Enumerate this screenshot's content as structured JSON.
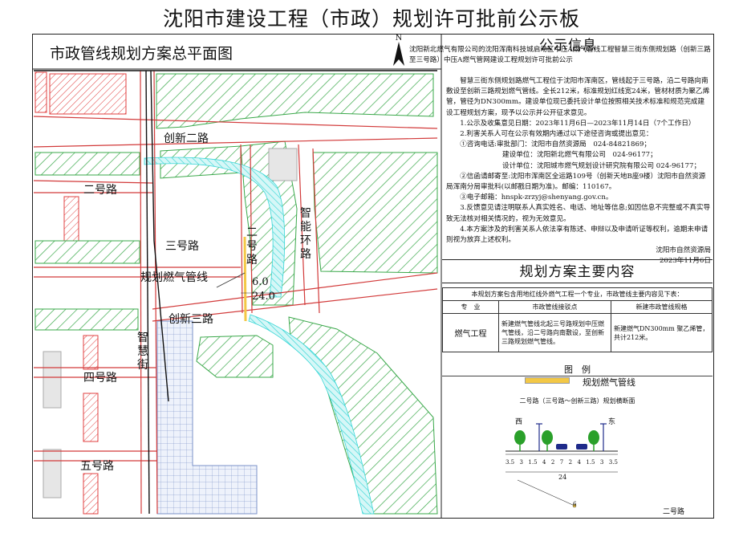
{
  "main_title": "沈阳市建设工程（市政）规划许可批前公示板",
  "map_title": "市政管线规划方案总平面图",
  "north_label": "N",
  "header_text": "沈阳新北燃气有限公司的沈阳浑南科技城启动区中压A燃气管线工程智慧三街东侧规划路（创新三路至三号路）中压A燃气管网建设工程规划许可批前公示",
  "notice": {
    "title": "公示信息",
    "intro": "智慧三街东侧规划路燃气工程位于沈阳市浑南区，管线起于三号路，沿二号路向南敷设至创新三路规划燃气管线。全长212米，标准规划红线宽24米，管材材质为聚乙烯管，管径为DN300mm。建设单位现已委托设计单位按照相关技术标准和规范完成建设工程规划方案，现予以公示并公开征求意见。",
    "item1": "1.公示及收集意见日期：2023年11月6日—2023年11月14日（7个工作日）",
    "item2": "2.利害关系人可在公示有效期内通过以下途径咨询或提出意见：",
    "contact1": "①咨询电话:审批部门：沈阳市自然资源局　024-84821869；",
    "contact2": "建设单位：沈阳新北燃气有限公司　024-96177；",
    "contact3": "设计单位：沈阳城市燃气规划设计研究院有限公司 024-96177；",
    "mail": "②信函请邮寄至:沈阳市浑南区全运路109号（创新天地B座9楼）沈阳市自然资源局浑南分局审批科(以邮戳日期为准)。邮编：110167。",
    "email": "③电子邮箱：hnspk-zrzyj@shenyang.gov.cn。",
    "item3": "3.反馈意见请注明联系人真实姓名、电话、地址等信息;如因信息不完整或不真实导致无法核对相关情况的，视为无效意见。",
    "item4": "4.本方案涉及的利害关系人依法享有陈述、申辩以及申请听证等权利，逾期未申请则视为放弃上述权利。",
    "issuer": "沈阳市自然资源局",
    "date": "2023年11月6日"
  },
  "plan": {
    "title": "规划方案主要内容",
    "summary": "本规划方案包含用地红线外燃气工程一个专业，市政管线主要内容见下表：",
    "headers": [
      "专　业",
      "市政管线接驳点",
      "新建市政管线规格"
    ],
    "row": [
      "燃气工程",
      "新建燃气管线北起三号路规划中压燃气管线，沿二号路向南敷设，至创新三路规划燃气管线。",
      "新建燃气DN300mm 聚乙烯管，共计212米。"
    ]
  },
  "legend": {
    "title": "图　例",
    "gas_line": "规划燃气管线",
    "section_title": "二号路（三号路～创新三路）规划横断面",
    "west": "西",
    "east": "东",
    "dims": [
      "3.5",
      "3",
      "1.5",
      "4",
      "2",
      "7",
      "2",
      "4",
      "1.5",
      "3",
      "3.5"
    ],
    "total": "24",
    "pipe_offset": "6"
  },
  "map_labels": {
    "chuangxin2": "创新二路",
    "erhao_left": "二号路",
    "sanhao": "三号路",
    "erhao_v": "二号路",
    "zhineng": "智能环路",
    "gas_line": "规划燃气管线",
    "offset": "6.0",
    "width": "24.0",
    "chuangxin3": "创新三路",
    "zhihui": "智慧街",
    "sihao": "四号路",
    "wuhao": "五号路",
    "erhao_bottom": "二号路"
  },
  "colors": {
    "green_hatch": "#3aa84a",
    "red_hatch": "#e04040",
    "cyan": "#36d6d6",
    "gas": "#f3c846",
    "road_red": "#d23a3a"
  }
}
